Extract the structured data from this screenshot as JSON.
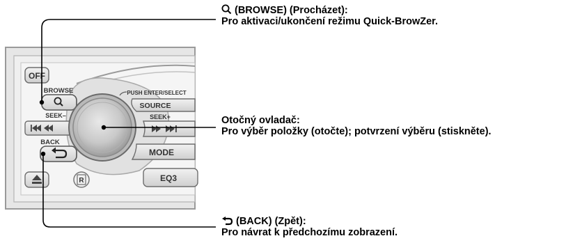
{
  "device": {
    "buttons": {
      "off": "OFF",
      "browse": "BROWSE",
      "seek_minus": "SEEK–",
      "back": "BACK",
      "push_enter_select": "PUSH ENTER/SELECT",
      "source": "SOURCE",
      "seek_plus": "SEEK+",
      "mode": "MODE",
      "eq": "EQ3",
      "r_mark": "R"
    },
    "icons": {
      "browse": "search-icon",
      "back": "back-arrow-icon",
      "prev": "rewind-icon",
      "next": "fast-forward-icon",
      "eject": "eject-icon"
    }
  },
  "callouts": {
    "browse": {
      "title": "(BROWSE) (Procházet):",
      "desc": "Pro aktivaci/ukončení režimu Quick-BrowZer."
    },
    "dial": {
      "title": "Otočný ovladač:",
      "desc": "Pro výběr položky (otočte); potvrzení výběru (stiskněte)."
    },
    "back": {
      "title": "(BACK) (Zpět):",
      "desc": "Pro návrat k předchozímu zobrazení."
    }
  }
}
